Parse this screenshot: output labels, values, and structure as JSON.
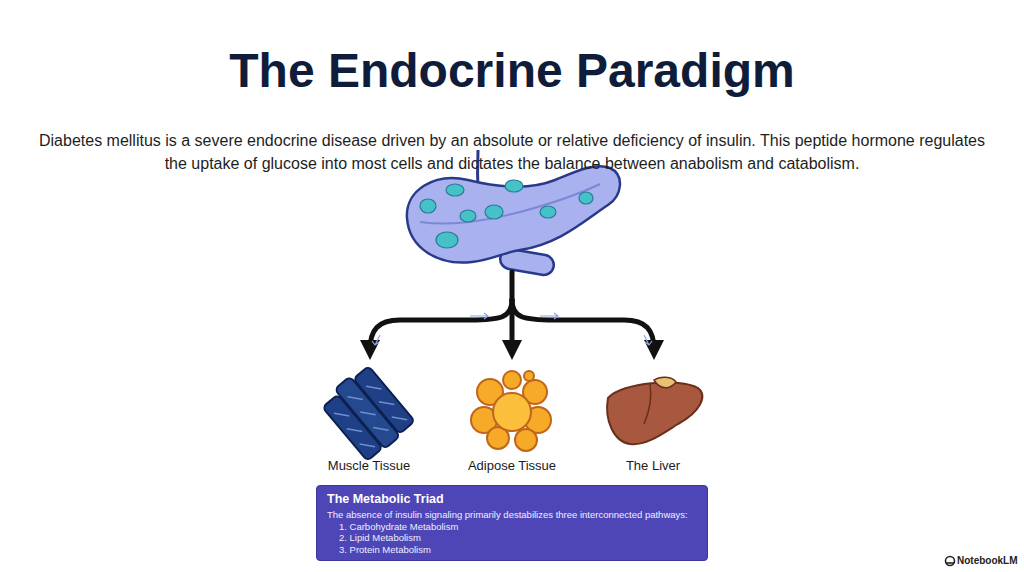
{
  "diagram": {
    "title": "The Endocrine Paradigm",
    "nodes": [
      {
        "text": [
          "Muscle Tissue"
        ]
      },
      {
        "text": [
          "Adipose Tissue"
        ]
      },
      {
        "text": [
          "The Liver"
        ]
      },
      {
        "text": [
          "The Metabolic Triad",
          "The absence of insulin signaling primarily destabilizes three interconnected pathways:",
          "1. Carbohydrate Metabolism",
          "2. Lipid Metabolism",
          "3. Protein Metabolism"
        ]
      }
    ],
    "labels": [
      "Diabetes mellitus is a severe endocrine disease driven by an absolute or relative deficiency of insulin. This peptide hormone regulates the uptake of glucose into most cells and dictates the balance between anabolism and catabolism.",
      "NotebookLM"
    ]
  }
}
